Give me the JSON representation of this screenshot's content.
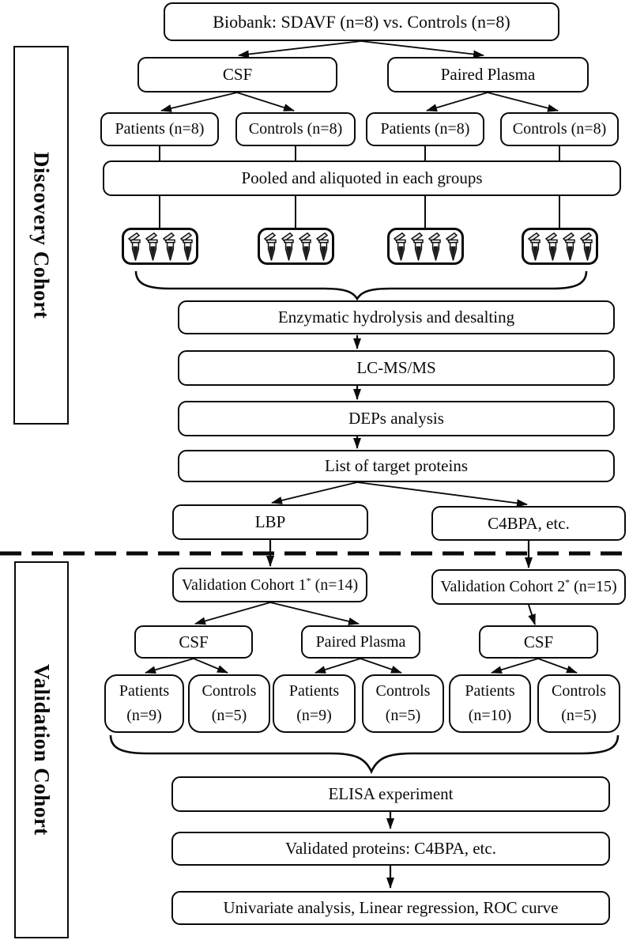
{
  "colors": {
    "ink": "#0a0a0a",
    "paper": "#ffffff",
    "tube_liquid": "#1c1c1c"
  },
  "discovery": {
    "sidebar_label": "Discovery Cohort",
    "biobank": "Biobank: SDAVF (n=8) vs. Controls (n=8)",
    "csf": "CSF",
    "paired_plasma": "Paired Plasma",
    "patients_csf": "Patients (n=8)",
    "controls_csf": "Controls (n=8)",
    "patients_plasma": "Patients (n=8)",
    "controls_plasma": "Controls (n=8)",
    "pooled": "Pooled and aliquoted in each groups",
    "enzymatic": "Enzymatic hydrolysis and desalting",
    "lcms": "LC-MS/MS",
    "deps": "DEPs analysis",
    "list_targets": "List of target proteins",
    "lbp": "LBP",
    "c4bpa": "C4BPA, etc."
  },
  "validation": {
    "sidebar_label": "Validation Cohort",
    "cohort1": {
      "prefix": "Validation Cohort 1",
      "sup": "*",
      "suffix": " (n=14)"
    },
    "cohort2": {
      "prefix": "Validation Cohort 2",
      "sup": "*",
      "suffix": " (n=15)"
    },
    "csf1": "CSF",
    "paired_plasma": "Paired Plasma",
    "csf2": "CSF",
    "groups": [
      {
        "line1": "Patients",
        "line2": "(n=9)"
      },
      {
        "line1": "Controls",
        "line2": "(n=5)"
      },
      {
        "line1": "Patients",
        "line2": "(n=9)"
      },
      {
        "line1": "Controls",
        "line2": "(n=5)"
      },
      {
        "line1": "Patients",
        "line2": "(n=10)"
      },
      {
        "line1": "Controls",
        "line2": "(n=5)"
      }
    ],
    "elisa": "ELISA experiment",
    "validated_proteins": "Validated proteins: C4BPA, etc.",
    "stats": "Univariate analysis, Linear regression, ROC curve"
  }
}
